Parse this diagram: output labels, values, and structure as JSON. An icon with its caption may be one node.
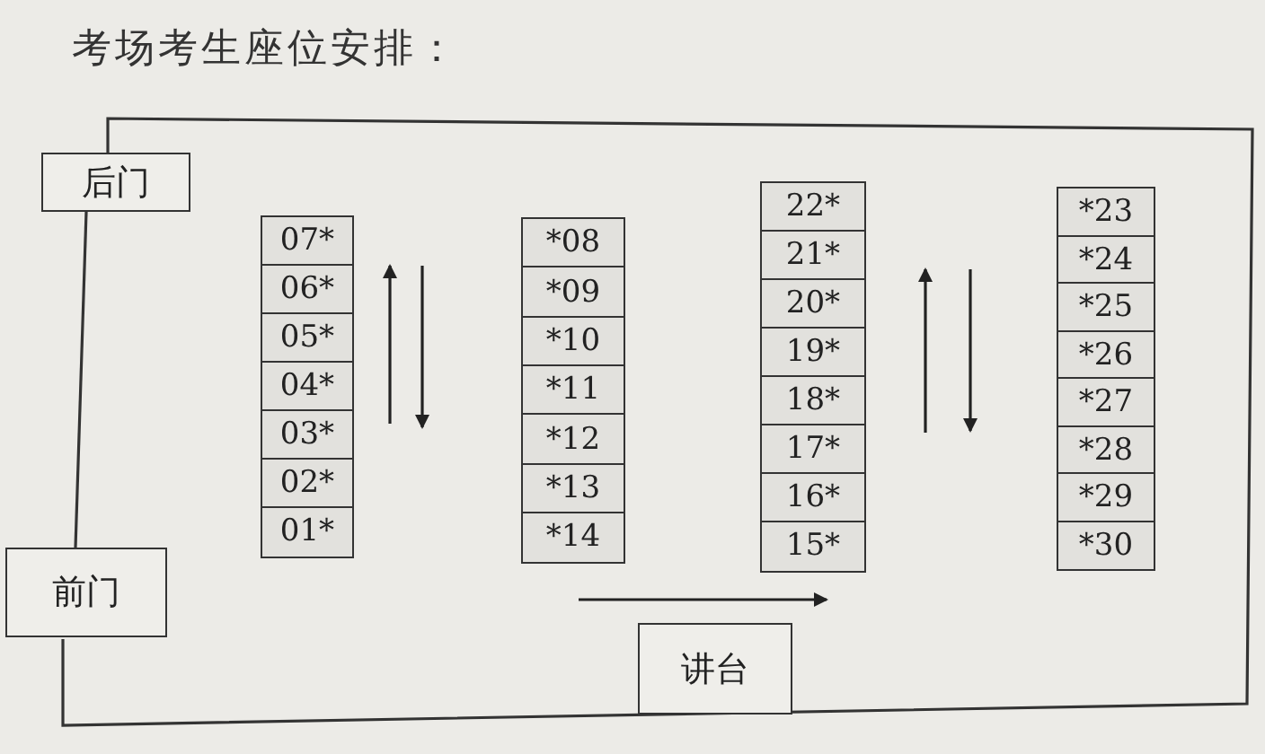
{
  "diagram": {
    "title": "考场考生座位安排：",
    "nodes": [
      {
        "text": [
          "后门"
        ]
      },
      {
        "text": [
          "前门"
        ]
      },
      {
        "text": [
          "07*"
        ]
      },
      {
        "text": [
          "06*"
        ]
      },
      {
        "text": [
          "05*"
        ]
      },
      {
        "text": [
          "04*"
        ]
      },
      {
        "text": [
          "03*"
        ]
      },
      {
        "text": [
          "02*"
        ]
      },
      {
        "text": [
          "01*"
        ]
      },
      {
        "text": [
          "*08"
        ]
      },
      {
        "text": [
          "*09"
        ]
      },
      {
        "text": [
          "*10"
        ]
      },
      {
        "text": [
          "*11"
        ]
      },
      {
        "text": [
          "*12"
        ]
      },
      {
        "text": [
          "*13"
        ]
      },
      {
        "text": [
          "*14"
        ]
      },
      {
        "text": [
          "22*"
        ]
      },
      {
        "text": [
          "21*"
        ]
      },
      {
        "text": [
          "20*"
        ]
      },
      {
        "text": [
          "19*"
        ]
      },
      {
        "text": [
          "18*"
        ]
      },
      {
        "text": [
          "17*"
        ]
      },
      {
        "text": [
          "16*"
        ]
      },
      {
        "text": [
          "15*"
        ]
      },
      {
        "text": [
          "*23"
        ]
      },
      {
        "text": [
          "*24"
        ]
      },
      {
        "text": [
          "*25"
        ]
      },
      {
        "text": [
          "*26"
        ]
      },
      {
        "text": [
          "*27"
        ]
      },
      {
        "text": [
          "*28"
        ]
      },
      {
        "text": [
          "*29"
        ]
      },
      {
        "text": [
          "*30"
        ]
      },
      {
        "text": [
          "讲台"
        ]
      }
    ],
    "edges": []
  }
}
